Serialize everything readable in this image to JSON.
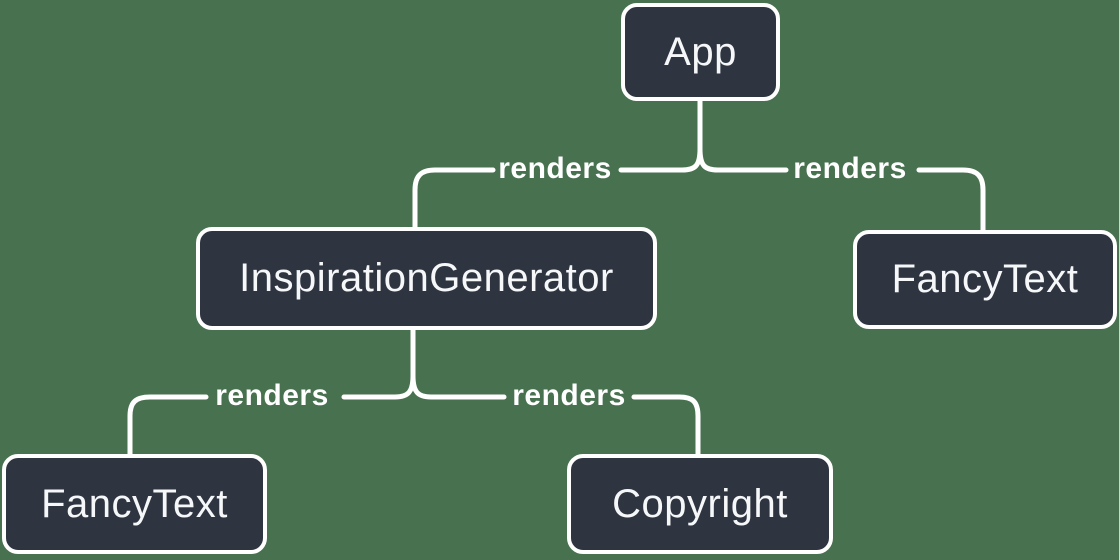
{
  "diagram_type": "component-render-tree",
  "nodes": [
    {
      "id": "app",
      "label": "App"
    },
    {
      "id": "inspiration-generator",
      "label": "InspirationGenerator"
    },
    {
      "id": "fancy-text-right",
      "label": "FancyText"
    },
    {
      "id": "fancy-text-left",
      "label": "FancyText"
    },
    {
      "id": "copyright",
      "label": "Copyright"
    }
  ],
  "edges": [
    {
      "from": "App",
      "to": "InspirationGenerator",
      "label": "renders"
    },
    {
      "from": "App",
      "to": "FancyText",
      "label": "renders"
    },
    {
      "from": "InspirationGenerator",
      "to": "FancyText",
      "label": "renders"
    },
    {
      "from": "InspirationGenerator",
      "to": "Copyright",
      "label": "renders"
    }
  ],
  "colors": {
    "background": "#48714F",
    "node_fill": "#2E3541",
    "node_border": "#FFFFFF",
    "node_text": "#F6F7F9",
    "line": "#FFFFFF",
    "label_text": "#FFFFFF"
  }
}
